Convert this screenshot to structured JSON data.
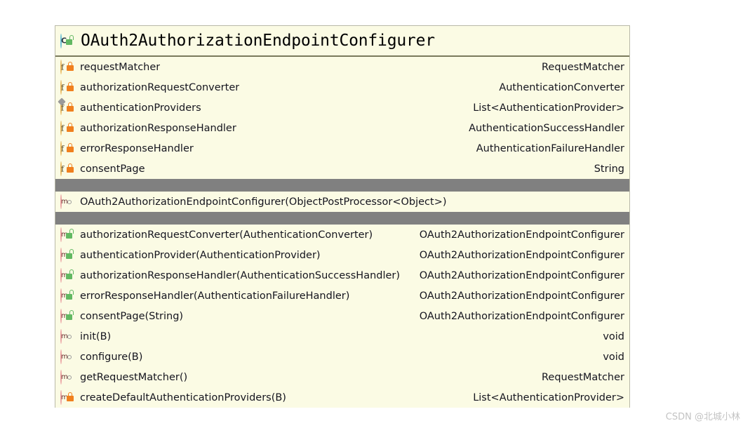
{
  "diagram": {
    "kind": "uml-class-diagram",
    "class": {
      "name": "OAuth2AuthorizationEndpointConfigurer",
      "icon": "class-icon",
      "visibility_icon": "public-unlocked-icon"
    },
    "colors": {
      "box_background": "#fbfbe4",
      "box_border": "#b9b9a8",
      "header_rule": "#7a7a5c",
      "separator_bar": "#808080",
      "class_icon": "#8fd9e8",
      "field_icon": "#f6d48e",
      "method_icon": "#f6c3c3",
      "private_lock": "#f0801e",
      "public_lock": "#62b862",
      "package_mark": "#9b9b9b",
      "text": "#14141e",
      "watermark": "#c3c3c3"
    },
    "fields": [
      {
        "icon": "field-icon",
        "visibility_icon": "private-locked-icon",
        "final": false,
        "name": "requestMatcher",
        "type": "RequestMatcher"
      },
      {
        "icon": "field-icon",
        "visibility_icon": "private-locked-icon",
        "final": false,
        "name": "authorizationRequestConverter",
        "type": "AuthenticationConverter"
      },
      {
        "icon": "field-icon",
        "visibility_icon": "private-locked-icon",
        "final": true,
        "name": "authenticationProviders",
        "type": "List<AuthenticationProvider>"
      },
      {
        "icon": "field-icon",
        "visibility_icon": "private-locked-icon",
        "final": false,
        "name": "authorizationResponseHandler",
        "type": "AuthenticationSuccessHandler"
      },
      {
        "icon": "field-icon",
        "visibility_icon": "private-locked-icon",
        "final": false,
        "name": "errorResponseHandler",
        "type": "AuthenticationFailureHandler"
      },
      {
        "icon": "field-icon",
        "visibility_icon": "private-locked-icon",
        "final": false,
        "name": "consentPage",
        "type": "String"
      }
    ],
    "constructors": [
      {
        "icon": "method-icon",
        "visibility_icon": "package-private-icon",
        "name": "OAuth2AuthorizationEndpointConfigurer(ObjectPostProcessor<Object>)",
        "type": ""
      }
    ],
    "methods": [
      {
        "icon": "method-icon",
        "visibility_icon": "public-unlocked-icon",
        "name": "authorizationRequestConverter(AuthenticationConverter)",
        "type": "OAuth2AuthorizationEndpointConfigurer"
      },
      {
        "icon": "method-icon",
        "visibility_icon": "public-unlocked-icon",
        "name": "authenticationProvider(AuthenticationProvider)",
        "type": "OAuth2AuthorizationEndpointConfigurer"
      },
      {
        "icon": "method-icon",
        "visibility_icon": "public-unlocked-icon",
        "name": "authorizationResponseHandler(AuthenticationSuccessHandler)",
        "type": "OAuth2AuthorizationEndpointConfigurer"
      },
      {
        "icon": "method-icon",
        "visibility_icon": "public-unlocked-icon",
        "name": "errorResponseHandler(AuthenticationFailureHandler)",
        "type": "OAuth2AuthorizationEndpointConfigurer"
      },
      {
        "icon": "method-icon",
        "visibility_icon": "public-unlocked-icon",
        "name": "consentPage(String)",
        "type": "OAuth2AuthorizationEndpointConfigurer"
      },
      {
        "icon": "method-icon",
        "visibility_icon": "package-private-icon",
        "name": "init(B)",
        "type": "void"
      },
      {
        "icon": "method-icon",
        "visibility_icon": "package-private-icon",
        "name": "configure(B)",
        "type": "void"
      },
      {
        "icon": "method-icon",
        "visibility_icon": "package-private-icon",
        "name": "getRequestMatcher()",
        "type": "RequestMatcher"
      },
      {
        "icon": "method-icon",
        "visibility_icon": "private-locked-icon",
        "name": "createDefaultAuthenticationProviders(B)",
        "type": "List<AuthenticationProvider>"
      }
    ]
  },
  "watermark": {
    "text": "CSDN @北城小林"
  }
}
